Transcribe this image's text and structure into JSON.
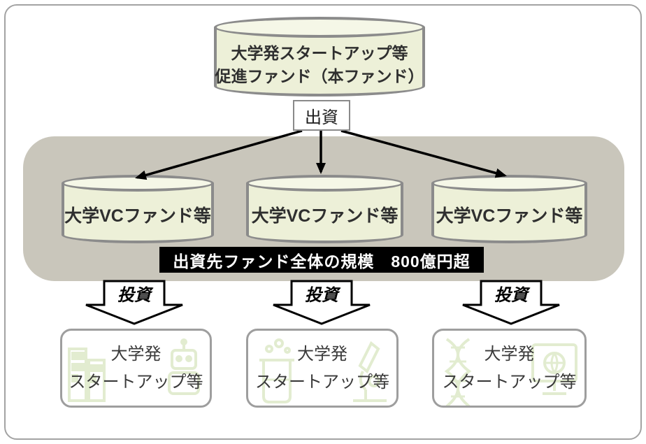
{
  "diagram": {
    "main_fund": {
      "line1": "大学発スタートアップ等",
      "line2": "促進ファンド（本ファンド）"
    },
    "contribution_label": "出資",
    "vc_funds": [
      "大学VCファンド等",
      "大学VCファンド等",
      "大学VCファンド等"
    ],
    "scale_banner": "出資先ファンド全体の規模　800億円超",
    "investment_labels": [
      "投資",
      "投資",
      "投資"
    ],
    "startups": [
      {
        "line1": "大学発",
        "line2": "スタートアップ等",
        "icons": [
          "building-icon",
          "robot-icon"
        ]
      },
      {
        "line1": "大学発",
        "line2": "スタートアップ等",
        "icons": [
          "flask-icon",
          "microscope-icon"
        ]
      },
      {
        "line1": "大学発",
        "line2": "スタートアップ等",
        "icons": [
          "dna-icon",
          "monitor-icon"
        ]
      }
    ]
  },
  "colors": {
    "cylinder_fill": "#edf0d8",
    "cylinder_top_fill": "#f5f7e7",
    "cylinder_border": "#8b8b8b",
    "panel_bg": "#c9c6bb",
    "banner_bg": "#000000",
    "banner_text": "#ffffff",
    "box_border": "#9e9e9e",
    "icon_green": "#dfeacb",
    "text_dark": "#2f2f2f",
    "frame_border": "#a3a3a3",
    "arrow_black": "#000000"
  }
}
